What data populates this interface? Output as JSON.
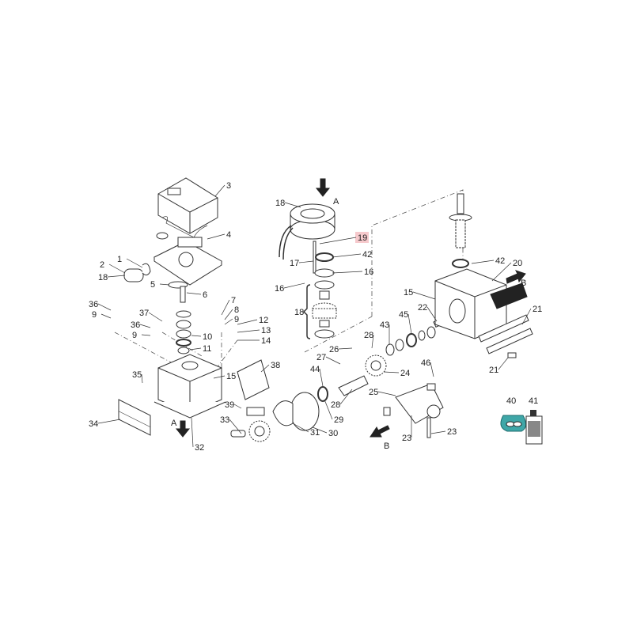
{
  "diagram": {
    "title": "Exploded parts diagram - sliding gate motor",
    "highlighted_part": "19",
    "highlight_color": "#f6c9cc",
    "accent_teal": "#3fa7a8",
    "labels": [
      "3",
      "4",
      "1",
      "2",
      "18",
      "5",
      "6",
      "36",
      "9",
      "37",
      "36",
      "9",
      "10",
      "11",
      "7",
      "8",
      "9",
      "12",
      "13",
      "14",
      "15",
      "35",
      "38",
      "39",
      "34",
      "A",
      "32",
      "33",
      "18",
      "A",
      "19",
      "42",
      "17",
      "16",
      "16",
      "18",
      "26",
      "27",
      "44",
      "28",
      "43",
      "45",
      "22",
      "24",
      "28",
      "46",
      "25",
      "29",
      "31",
      "30",
      "23",
      "23",
      "B",
      "42",
      "20",
      "15",
      "B",
      "21",
      "21",
      "40",
      "41"
    ]
  }
}
